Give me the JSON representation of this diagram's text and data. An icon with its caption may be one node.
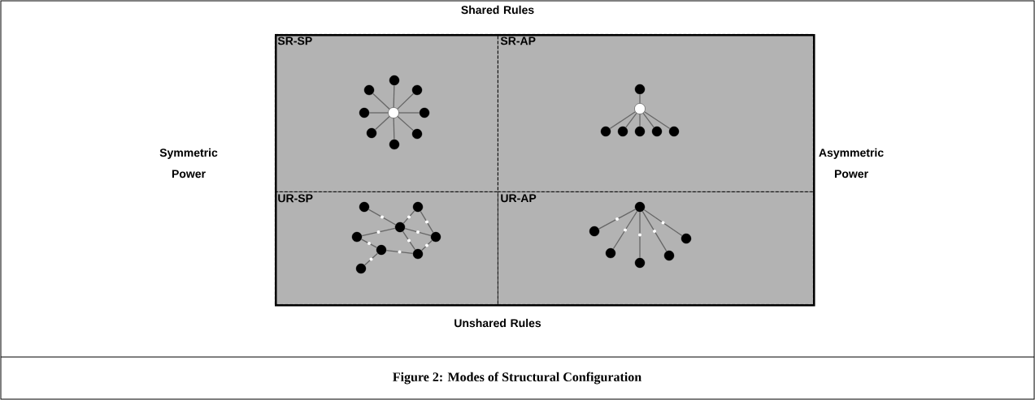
{
  "diagram": {
    "caption": "Figure 2: Modes of Structural Configuration",
    "nodes": [
      {
        "text": [],
        "shape": "box"
      },
      {
        "text": [
          "SR-SP"
        ],
        "in": 0
      },
      {
        "text": [
          "SR-AP"
        ],
        "in": 0
      },
      {
        "text": [
          "UR-SP"
        ],
        "in": 0
      },
      {
        "text": [
          "UR-AP"
        ],
        "in": 0
      },
      {
        "text": [],
        "shape": "circle",
        "in": 1
      },
      {
        "text": [],
        "shape": "circle",
        "in": 1
      },
      {
        "text": [],
        "shape": "circle",
        "in": 1
      },
      {
        "text": [],
        "shape": "circle",
        "in": 1
      },
      {
        "text": [],
        "shape": "circle",
        "in": 1
      },
      {
        "text": [],
        "shape": "circle",
        "in": 1
      },
      {
        "text": [],
        "shape": "circle",
        "in": 1
      },
      {
        "text": [],
        "shape": "circle",
        "in": 1
      },
      {
        "text": [],
        "shape": "circle",
        "in": 1
      },
      {
        "text": [],
        "shape": "circle",
        "in": 2
      },
      {
        "text": [],
        "shape": "circle",
        "in": 2
      },
      {
        "text": [],
        "shape": "circle",
        "in": 2
      },
      {
        "text": [],
        "shape": "circle",
        "in": 2
      },
      {
        "text": [],
        "shape": "circle",
        "in": 2
      },
      {
        "text": [],
        "shape": "circle",
        "in": 2
      },
      {
        "text": [],
        "shape": "circle",
        "in": 2
      },
      {
        "text": [],
        "shape": "circle",
        "in": 3
      },
      {
        "text": [],
        "shape": "circle",
        "in": 3
      },
      {
        "text": [],
        "shape": "circle",
        "in": 3
      },
      {
        "text": [],
        "shape": "circle",
        "in": 3
      },
      {
        "text": [],
        "shape": "circle",
        "in": 3
      },
      {
        "text": [],
        "shape": "circle",
        "in": 3
      },
      {
        "text": [],
        "shape": "circle",
        "in": 3
      },
      {
        "text": [],
        "shape": "circle",
        "in": 3
      },
      {
        "text": [],
        "shape": "circle",
        "in": 4
      },
      {
        "text": [],
        "shape": "circle",
        "in": 4
      },
      {
        "text": [],
        "shape": "circle",
        "in": 4
      },
      {
        "text": [],
        "shape": "circle",
        "in": 4
      },
      {
        "text": [],
        "shape": "circle",
        "in": 4
      },
      {
        "text": [],
        "shape": "circle",
        "in": 4
      }
    ],
    "edges": [
      {
        "from": 9,
        "to": 5,
        "arrow": "none"
      },
      {
        "from": 9,
        "to": 6,
        "arrow": "none"
      },
      {
        "from": 9,
        "to": 7,
        "arrow": "none"
      },
      {
        "from": 9,
        "to": 8,
        "arrow": "none"
      },
      {
        "from": 9,
        "to": 10,
        "arrow": "none"
      },
      {
        "from": 9,
        "to": 11,
        "arrow": "none"
      },
      {
        "from": 9,
        "to": 12,
        "arrow": "none"
      },
      {
        "from": 9,
        "to": 13,
        "arrow": "none"
      },
      {
        "from": 14,
        "to": 15,
        "arrow": "none"
      },
      {
        "from": 15,
        "to": 16,
        "arrow": "none"
      },
      {
        "from": 15,
        "to": 17,
        "arrow": "none"
      },
      {
        "from": 15,
        "to": 18,
        "arrow": "none"
      },
      {
        "from": 15,
        "to": 19,
        "arrow": "none"
      },
      {
        "from": 15,
        "to": 20,
        "arrow": "none"
      },
      {
        "from": 21,
        "to": 23,
        "arrow": "none"
      },
      {
        "from": 22,
        "to": 23,
        "arrow": "none"
      },
      {
        "from": 22,
        "to": 25,
        "arrow": "none"
      },
      {
        "from": 24,
        "to": 23,
        "arrow": "none"
      },
      {
        "from": 23,
        "to": 25,
        "arrow": "none"
      },
      {
        "from": 24,
        "to": 26,
        "arrow": "none"
      },
      {
        "from": 23,
        "to": 27,
        "arrow": "none"
      },
      {
        "from": 25,
        "to": 27,
        "arrow": "none"
      },
      {
        "from": 26,
        "to": 27,
        "arrow": "none"
      },
      {
        "from": 26,
        "to": 28,
        "arrow": "none"
      },
      {
        "from": 29,
        "to": 30,
        "arrow": "none"
      },
      {
        "from": 29,
        "to": 31,
        "arrow": "none"
      },
      {
        "from": 29,
        "to": 32,
        "arrow": "none"
      },
      {
        "from": 29,
        "to": 33,
        "arrow": "none"
      },
      {
        "from": 29,
        "to": 34,
        "arrow": "none"
      }
    ],
    "labels": [
      "Shared Rules",
      "Symmetric Power",
      "Asymmetric Power",
      "Unshared Rules"
    ]
  }
}
